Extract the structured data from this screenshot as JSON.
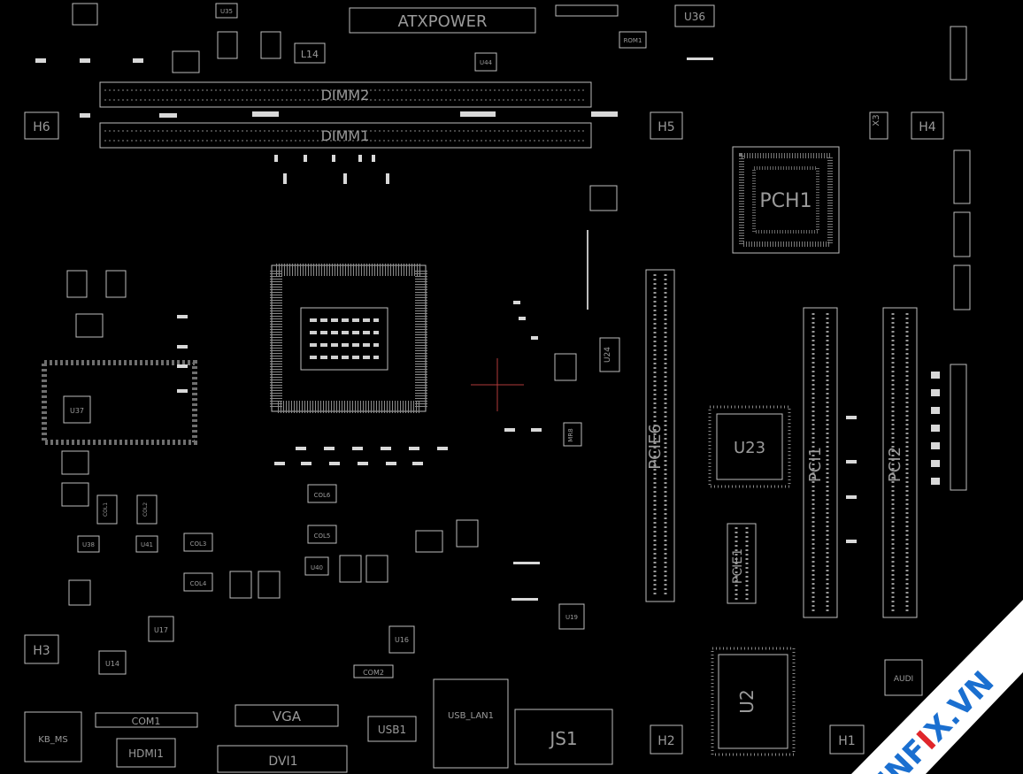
{
  "colors": {
    "background": "#000000",
    "outline": "#bdbdbd",
    "pad": "#d8d8d8",
    "label": "#9a9a9a",
    "cursor": "#b03a3a",
    "watermark_band": "#ffffff",
    "watermark_text": "#1a6fd0",
    "watermark_accent": "#e0262b"
  },
  "labels": {
    "atxpower": "ATXPOWER",
    "dimm2": "DIMM2",
    "dimm1": "DIMM1",
    "pch1": "PCH1",
    "u23": "U23",
    "u2": "U2",
    "pcie6": "PCIE6",
    "pci1": "PCI1",
    "pci2": "PCI2",
    "pcie1": "PCIE1",
    "h1": "H1",
    "h2": "H2",
    "h3": "H3",
    "h4": "H4",
    "h5": "H5",
    "h6": "H6",
    "u36": "U36",
    "l14": "L14",
    "x3": "X3",
    "js1": "JS1",
    "vga": "VGA",
    "dvi1": "DVI1",
    "hdmi1": "HDMI1",
    "com1": "COM1",
    "kb_ms": "KB_MS",
    "usb1": "USB1",
    "usb_lan1": "USB_LAN1",
    "audi": "AUDI",
    "u14": "U14",
    "u16": "U16",
    "u17": "U17",
    "u19": "U19",
    "u24": "U24",
    "u35": "U35",
    "u40": "U40",
    "u41": "U41",
    "u44": "U44",
    "u37": "U37",
    "rom1": "ROM1",
    "com2": "COM2",
    "mr8": "MR8",
    "col6": "COL6",
    "col5": "COL5",
    "col3": "COL3",
    "col4": "COL4",
    "col1": "COL1",
    "col2": "COL2",
    "u38": "U38"
  },
  "watermark": {
    "text_part1": "HNF",
    "text_accent": "I",
    "text_part2": "X.VN"
  }
}
